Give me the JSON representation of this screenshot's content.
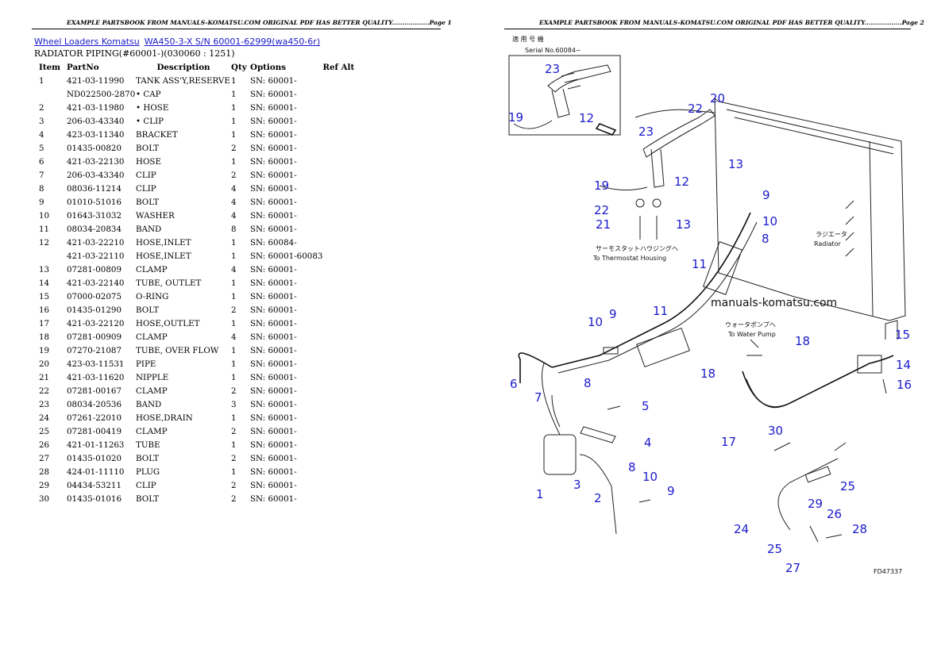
{
  "page1": {
    "header": "EXAMPLE PARTSBOOK FROM MANUALS-KOMATSU.COM ORIGINAL PDF HAS BETTER QUALITY..................Page 1",
    "breadcrumbs": [
      "Wheel Loaders Komatsu",
      "WA450-3-X S/N 60001-62999(wa450-6r)"
    ],
    "subtitle": "RADIATOR PIPING(#60001-)(030060 : 1251)",
    "columns": [
      "Item",
      "PartNo",
      "Description",
      "Qty",
      "Options",
      "Ref Alt"
    ],
    "rows": [
      [
        "1",
        "421-03-11990",
        "TANK ASS'Y,RESERVE",
        "1",
        "SN: 60001-",
        ""
      ],
      [
        "",
        "ND022500-2870",
        "• CAP",
        "1",
        "SN: 60001-",
        ""
      ],
      [
        "2",
        "421-03-11980",
        "• HOSE",
        "1",
        "SN: 60001-",
        ""
      ],
      [
        "3",
        "206-03-43340",
        "• CLIP",
        "1",
        "SN: 60001-",
        ""
      ],
      [
        "4",
        "423-03-11340",
        "BRACKET",
        "1",
        "SN: 60001-",
        ""
      ],
      [
        "5",
        "01435-00820",
        "BOLT",
        "2",
        "SN: 60001-",
        ""
      ],
      [
        "6",
        "421-03-22130",
        "HOSE",
        "1",
        "SN: 60001-",
        ""
      ],
      [
        "7",
        "206-03-43340",
        "CLIP",
        "2",
        "SN: 60001-",
        ""
      ],
      [
        "8",
        "08036-11214",
        "CLIP",
        "4",
        "SN: 60001-",
        ""
      ],
      [
        "9",
        "01010-51016",
        "BOLT",
        "4",
        "SN: 60001-",
        ""
      ],
      [
        "10",
        "01643-31032",
        "WASHER",
        "4",
        "SN: 60001-",
        ""
      ],
      [
        "11",
        "08034-20834",
        "BAND",
        "8",
        "SN: 60001-",
        ""
      ],
      [
        "12",
        "421-03-22210",
        "HOSE,INLET",
        "1",
        "SN: 60084-",
        ""
      ],
      [
        "",
        "421-03-22110",
        "HOSE,INLET",
        "1",
        "SN: 60001-60083",
        ""
      ],
      [
        "13",
        "07281-00809",
        "CLAMP",
        "4",
        "SN: 60001-",
        ""
      ],
      [
        "14",
        "421-03-22140",
        "TUBE, OUTLET",
        "1",
        "SN: 60001-",
        ""
      ],
      [
        "15",
        "07000-02075",
        "O-RING",
        "1",
        "SN: 60001-",
        ""
      ],
      [
        "16",
        "01435-01290",
        "BOLT",
        "2",
        "SN: 60001-",
        ""
      ],
      [
        "17",
        "421-03-22120",
        "HOSE,OUTLET",
        "1",
        "SN: 60001-",
        ""
      ],
      [
        "18",
        "07281-00909",
        "CLAMP",
        "4",
        "SN: 60001-",
        ""
      ],
      [
        "19",
        "07270-21087",
        "TUBE, OVER FLOW",
        "1",
        "SN: 60001-",
        ""
      ],
      [
        "20",
        "423-03-11531",
        "PIPE",
        "1",
        "SN: 60001-",
        ""
      ],
      [
        "21",
        "421-03-11620",
        "NIPPLE",
        "1",
        "SN: 60001-",
        ""
      ],
      [
        "22",
        "07281-00167",
        "CLAMP",
        "2",
        "SN: 60001-",
        ""
      ],
      [
        "23",
        "08034-20536",
        "BAND",
        "3",
        "SN: 60001-",
        ""
      ],
      [
        "24",
        "07261-22010",
        "HOSE,DRAIN",
        "1",
        "SN: 60001-",
        ""
      ],
      [
        "25",
        "07281-00419",
        "CLAMP",
        "2",
        "SN: 60001-",
        ""
      ],
      [
        "26",
        "421-01-11263",
        "TUBE",
        "1",
        "SN: 60001-",
        ""
      ],
      [
        "27",
        "01435-01020",
        "BOLT",
        "2",
        "SN: 60001-",
        ""
      ],
      [
        "28",
        "424-01-11110",
        "PLUG",
        "1",
        "SN: 60001-",
        ""
      ],
      [
        "29",
        "04434-53211",
        "CLIP",
        "2",
        "SN: 60001-",
        ""
      ],
      [
        "30",
        "01435-01016",
        "BOLT",
        "2",
        "SN: 60001-",
        ""
      ]
    ]
  },
  "page2": {
    "header": "EXAMPLE PARTSBOOK FROM MANUALS-KOMATSU.COM ORIGINAL PDF HAS BETTER QUALITY..................Page 2",
    "diagram": {
      "serial_jp": "適 用 号 機",
      "serial_label": "Serial No.60084~",
      "thermostat_jp": "サーモスタットハウジングへ",
      "thermostat_en": "To Thermostat Housing",
      "waterpump_jp": "ウォータポンプへ",
      "waterpump_en": "To Water Pump",
      "radiator_jp": "ラジエータ",
      "radiator_en": "Radiator",
      "watermark": "manuals-komatsu.com",
      "figure_code": "FD47337",
      "callout_color": "#1a1acc",
      "callouts": [
        "1",
        "2",
        "3",
        "4",
        "5",
        "6",
        "7",
        "8",
        "8",
        "8",
        "9",
        "9",
        "9",
        "10",
        "10",
        "10",
        "11",
        "11",
        "12",
        "12",
        "13",
        "13",
        "14",
        "15",
        "16",
        "17",
        "18",
        "18",
        "19",
        "19",
        "20",
        "21",
        "22",
        "22",
        "23",
        "23",
        "24",
        "25",
        "25",
        "26",
        "27",
        "28",
        "29",
        "30"
      ]
    }
  }
}
